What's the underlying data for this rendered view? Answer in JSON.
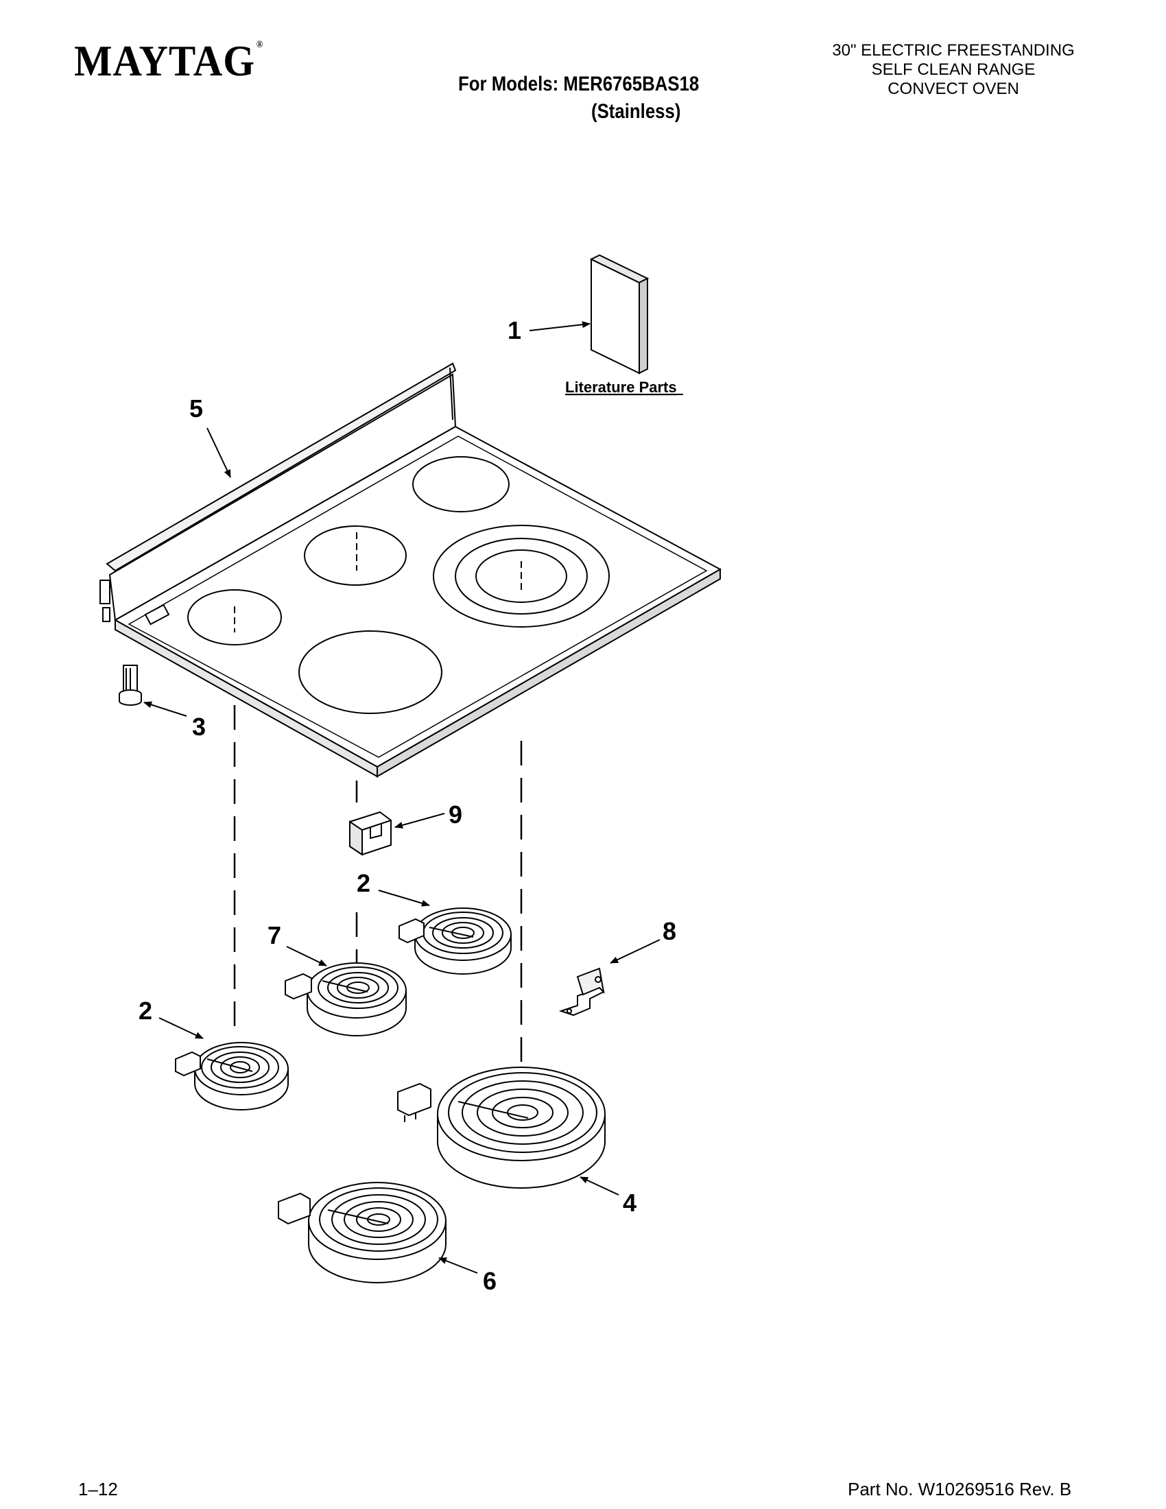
{
  "header": {
    "brand": "MAYTAG",
    "brand_mark": "®",
    "models_line": "For Models: MER6765BAS18",
    "models_sub": "(Stainless)",
    "product_lines": [
      "30\" ELECTRIC FREESTANDING",
      "SELF CLEAN RANGE",
      "CONVECT OVEN"
    ]
  },
  "diagram": {
    "literature_label": "Literature Parts",
    "callouts": {
      "c1": "1",
      "c2a": "2",
      "c2b": "2",
      "c3": "3",
      "c4": "4",
      "c5": "5",
      "c6": "6",
      "c7": "7",
      "c8": "8",
      "c9": "9"
    }
  },
  "footer": {
    "page": "1–12",
    "part_no": "Part No. W10269516 Rev. B"
  }
}
